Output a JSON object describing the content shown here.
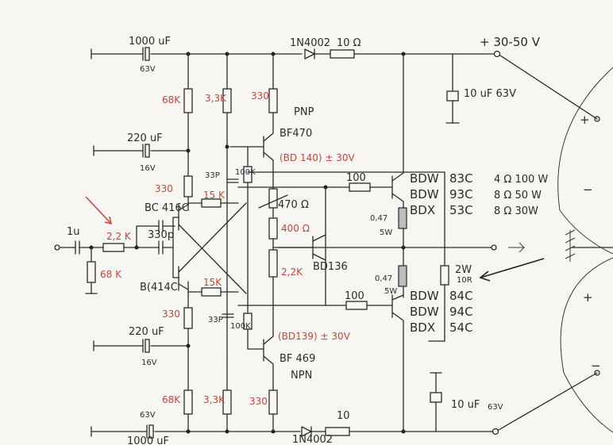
{
  "supply": {
    "top_rail": "+ 30-50 V"
  },
  "caps": {
    "c1000_top": "1000 uF",
    "c1000_top_v": "63V",
    "c220_top": "220 uF",
    "c220_top_v": "16V",
    "c220_bot": "220 uF",
    "c220_bot_v": "16V",
    "c1000_bot": "1000 uF",
    "c1000_bot_v": "63V",
    "c10_top": "10 uF 63V",
    "c10_bot": "10 uF",
    "c10_bot_v": "63V",
    "c33p_top": "33P",
    "c33p_bot": "33P",
    "c330p": "330p",
    "cin": "1u"
  },
  "diodes": {
    "d_top": "1N4002",
    "d_bot": "1N4002"
  },
  "resistors": {
    "r10_top": "10 Ω",
    "r10_bot": "10",
    "r68k_top": "68K",
    "r3k3_top": "3,3K",
    "r330_top": "330",
    "r330_mid_top": "330",
    "r15k_top": "15 K",
    "r100k_top": "100K",
    "r470": "470 Ω",
    "r100_top": "100",
    "r2k2_in": "2,2 K",
    "r68k_in": "68 K",
    "r400": "400 Ω",
    "r2k2_mid": "2,2K",
    "r15k_bot": "15K",
    "r100k_bot": "100K",
    "r330_mid_bot": "330",
    "r100_bot": "100",
    "r68k_bot": "68K",
    "r3k3_bot": "3,3K",
    "r330_bot": "330",
    "r047_top": "0,47",
    "r047_top_w": "5W",
    "r047_bot": "0,47",
    "r047_bot_w": "5W",
    "r2w": "2W",
    "r10r": "10R"
  },
  "transistors": {
    "pnp_label": "PNP",
    "bf470": "BF470",
    "bd140": "(BD 140) ± 30V",
    "bc416": "BC 416C",
    "bc414": "B(414C",
    "bd136": "BD136",
    "bd139": "(BD139) ± 30V",
    "bf469": "BF 469",
    "npn_label": "NPN"
  },
  "output_table": {
    "top_rows": [
      {
        "part": "BDW",
        "num": "83C",
        "spec": "4 Ω 100 W"
      },
      {
        "part": "BDW",
        "num": "93C",
        "spec": "8 Ω 50 W"
      },
      {
        "part": "BDX",
        "num": "53C",
        "spec": "8 Ω 30W"
      }
    ],
    "bottom_rows": [
      {
        "part": "BDW",
        "num": "84C"
      },
      {
        "part": "BDW",
        "num": "94C"
      },
      {
        "part": "BDX",
        "num": "54C"
      }
    ]
  },
  "speaker_marks": [
    "+",
    "−",
    "+",
    "−"
  ]
}
